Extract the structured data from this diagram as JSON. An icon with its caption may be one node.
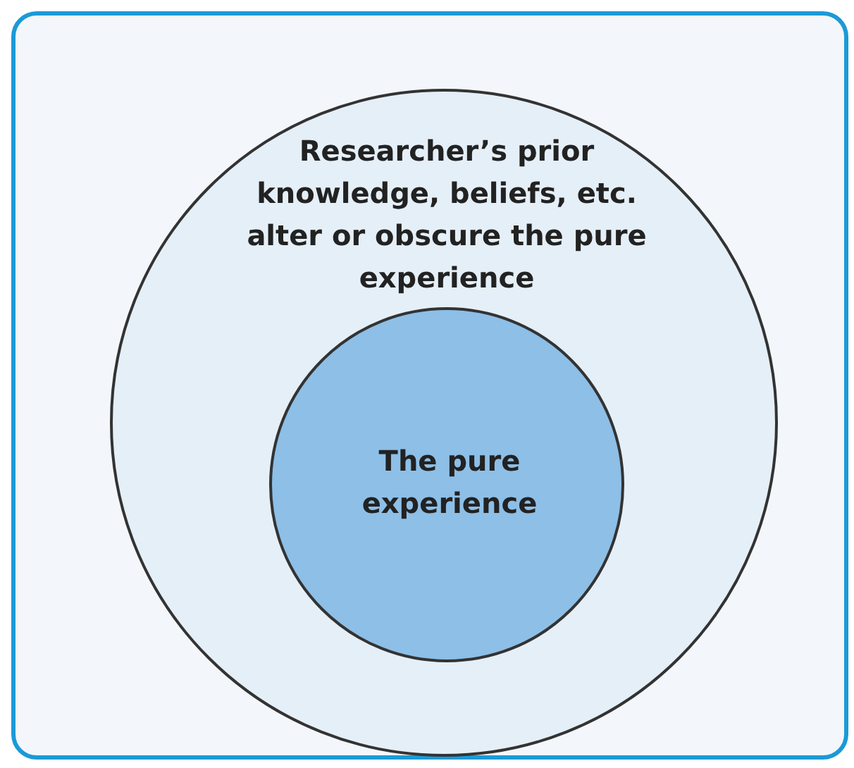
{
  "diagram": {
    "nodes": [
      {
        "text": [
          "Researcher’s prior knowledge, beliefs, etc. alter or obscure the pure experience"
        ]
      },
      {
        "text": [
          "The pure experience"
        ],
        "in": 0
      }
    ]
  }
}
